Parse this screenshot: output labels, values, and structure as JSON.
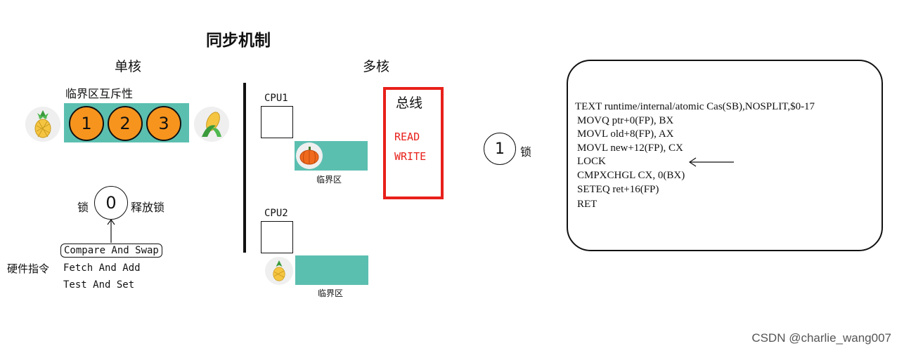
{
  "title": "同步机制",
  "single_core": {
    "heading": "单核",
    "critical_label": "临界区互斥性",
    "slots": [
      "1",
      "2",
      "3"
    ],
    "lock_label": "锁",
    "lock_value": "0",
    "release_label": "释放锁",
    "hw_label": "硬件指令",
    "instructions": [
      "Compare And Swap",
      "Fetch And Add",
      "Test And Set"
    ]
  },
  "multi_core": {
    "heading": "多核",
    "cpu1": "CPU1",
    "cpu2": "CPU2",
    "critical1": "临界区",
    "critical2": "临界区",
    "bus": {
      "title": "总线",
      "read": "READ",
      "write": "WRITE"
    }
  },
  "lock": {
    "value": "1",
    "label": "锁"
  },
  "code": [
    "TEXT runtime/internal/atomic Cas(SB),NOSPLIT,$0-17",
    "MOVQ ptr+0(FP), BX",
    "MOVL old+8(FP), AX",
    "MOVL new+12(FP), CX",
    "LOCK",
    "CMPXCHGL CX, 0(BX)",
    "SETEQ ret+16(FP)",
    "RET"
  ],
  "watermark": "CSDN @charlie_wang007",
  "colors": {
    "teal": "#5bbfb0",
    "orange": "#f7941d",
    "bus_red": "#e8201a"
  }
}
